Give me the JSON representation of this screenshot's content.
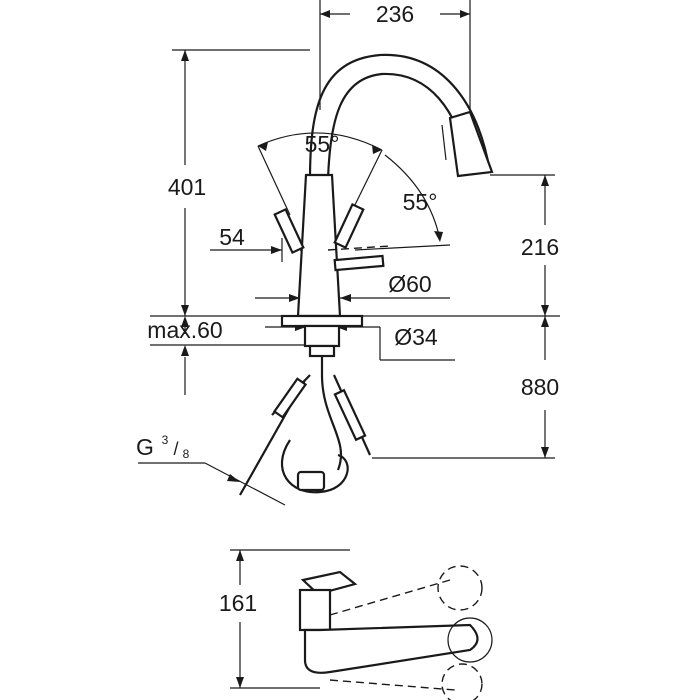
{
  "dimensions": {
    "reach": "236",
    "total_height": "401",
    "spout_angle": "55°",
    "lever_angle": "55°",
    "lever_offset": "54",
    "spout_outlet_height": "216",
    "base_diameter": "Ø60",
    "max_counter_thickness": "max.60",
    "hole_diameter": "Ø34",
    "hose_length": "880",
    "connection_thread": "G",
    "connection_thread_num": "3",
    "connection_thread_den": "8",
    "lever_height": "161"
  }
}
